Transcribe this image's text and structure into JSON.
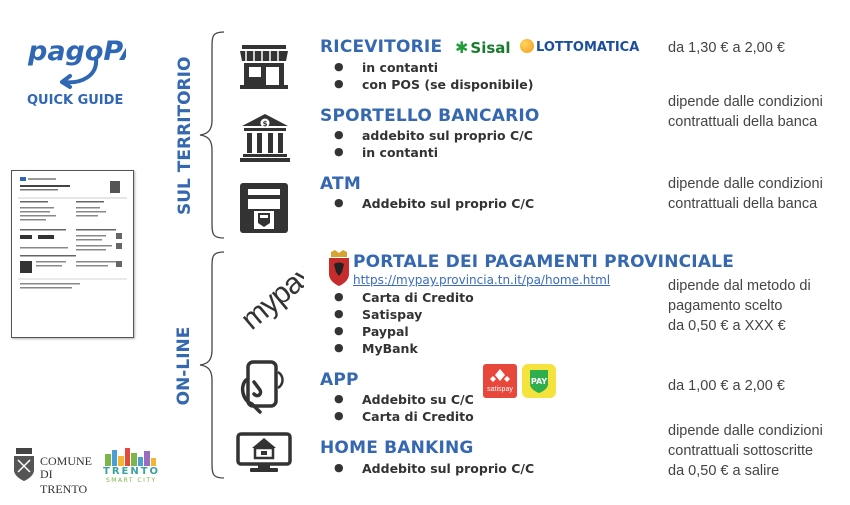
{
  "brand": {
    "logo_text": "pagoPA",
    "subtitle": "QUICK GUIDE"
  },
  "groups": {
    "territory": "SUL TERRITORIO",
    "online": "ON-LINE"
  },
  "sections": [
    {
      "title": "RICEVITORIE",
      "bullets": [
        "in contanti",
        "con POS (se disponibile)"
      ],
      "cost": [
        "da 1,30 € a 2,00 €"
      ],
      "partners": [
        "Sisal",
        "LOTTOMATICA"
      ]
    },
    {
      "title": "SPORTELLO BANCARIO",
      "bullets": [
        "addebito sul proprio C/C",
        "in contanti"
      ],
      "cost": [
        "dipende dalle condizioni",
        "contrattuali della banca"
      ]
    },
    {
      "title": "ATM",
      "bullets": [
        "Addebito sul proprio C/C"
      ],
      "cost": [
        "dipende dalle condizioni",
        "contrattuali della banca"
      ]
    },
    {
      "title": "PORTALE DEI PAGAMENTI PROVINCIALE",
      "link": "https://mypay.provincia.tn.it/pa/home.html",
      "bullets": [
        "Carta di Credito",
        "Satispay",
        "Paypal",
        "MyBank"
      ],
      "cost": [
        "dipende dal metodo di",
        "pagamento scelto",
        "da 0,50 € a XXX €"
      ],
      "logo": "mypay"
    },
    {
      "title": "APP",
      "bullets": [
        "Addebito su C/C",
        "Carta di Credito"
      ],
      "cost": [
        "da 1,00 € a 2,00 €"
      ],
      "partners": [
        "satispay",
        "PAY"
      ]
    },
    {
      "title": "HOME BANKING",
      "bullets": [
        "Addebito sul proprio C/C"
      ],
      "cost": [
        "dipende dalle condizioni",
        "contrattuali sottoscritte",
        "da 0,50 € a salire"
      ]
    }
  ],
  "footer": {
    "comune": [
      "COMUNE",
      "DI TRENTO"
    ],
    "trento": [
      "TRENTO",
      "SMART CITY"
    ]
  },
  "colors": {
    "accent": "#3568b0",
    "sisal_green": "#1f9e3a",
    "lottomatica_orange": "#f29a1d",
    "satispay_red": "#e8483b",
    "pay_yellow": "#f4e23d"
  },
  "icons": [
    "shop-icon",
    "bank-icon",
    "atm-icon",
    "mypay-logo",
    "smartphone-tap-icon",
    "home-banking-icon"
  ]
}
